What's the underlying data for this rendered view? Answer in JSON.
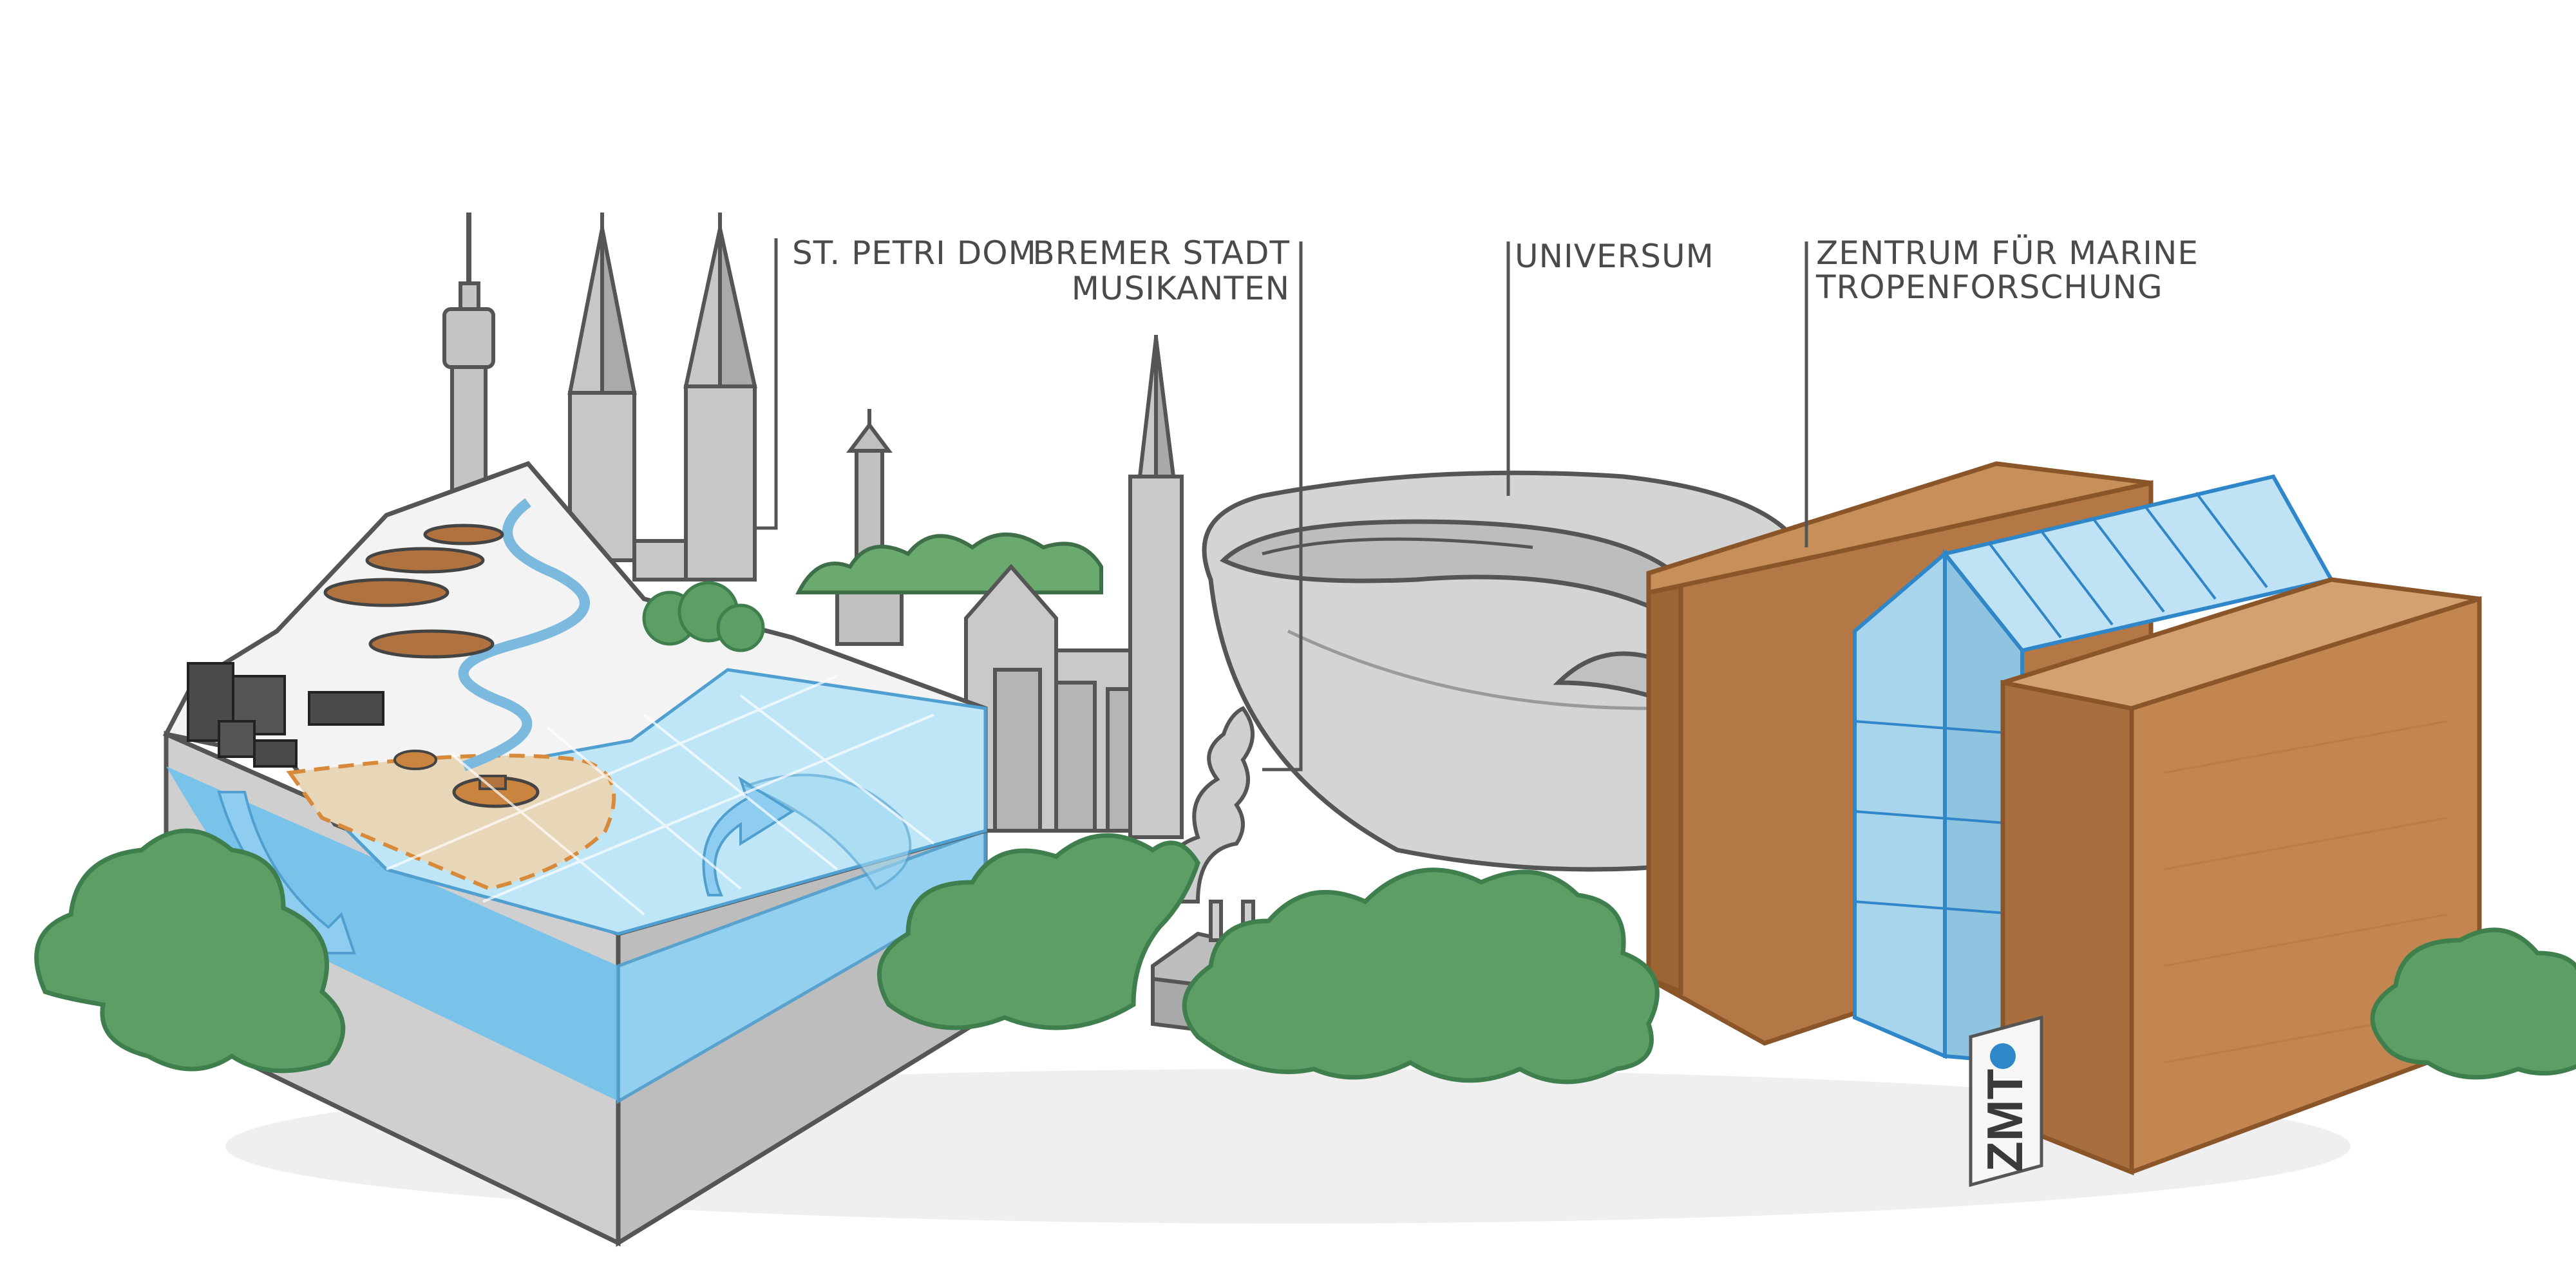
{
  "labels": {
    "st_petri_dom": "ST. PETRI DOM",
    "bremer_line1": "BREMER STADT",
    "bremer_line2": "MUSIKANTEN",
    "universum": "UNIVERSUM",
    "zmt_line1": "ZENTRUM FÜR MARINE",
    "zmt_line2": "TROPENFORSCHUNG"
  },
  "sign": {
    "logo_text": "ZMT"
  },
  "colors": {
    "ocean": "#8fd3f5",
    "ocean_deep": "#4fb3e8",
    "brick": "#b37846",
    "brick_light": "#c98f5b",
    "glass": "#bfe3f5",
    "foliage": "#5d9e66",
    "foliage_dark": "#3f7f4e",
    "grey_building": "#bdbdbd",
    "sand_zone": "#e8d6b8"
  }
}
